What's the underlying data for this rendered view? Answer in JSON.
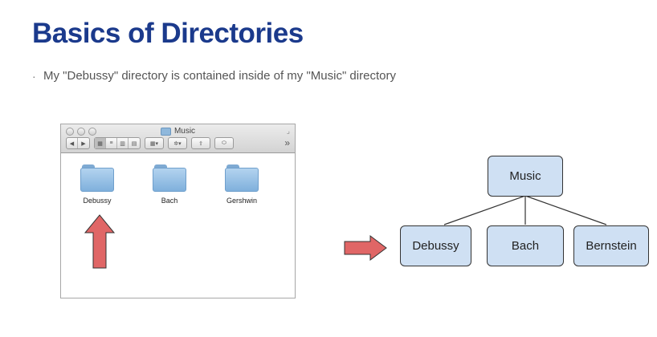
{
  "slide": {
    "title": "Basics of Directories",
    "bullet": "My \"Debussy\" directory is contained inside of my \"Music\" directory",
    "bullet_marker": "·"
  },
  "finder": {
    "window_title": "Music",
    "folders": [
      {
        "label": "Debussy",
        "icon": "folder-icon"
      },
      {
        "label": "Bach",
        "icon": "folder-icon"
      },
      {
        "label": "Gershwin",
        "icon": "folder-icon"
      }
    ]
  },
  "tree": {
    "root": "Music",
    "children": [
      "Debussy",
      "Bach",
      "Bernstein"
    ]
  },
  "colors": {
    "title": "#1b3a8c",
    "node_fill": "#cfe0f3",
    "arrow_fill": "#e06666",
    "arrow_stroke": "#333333"
  }
}
